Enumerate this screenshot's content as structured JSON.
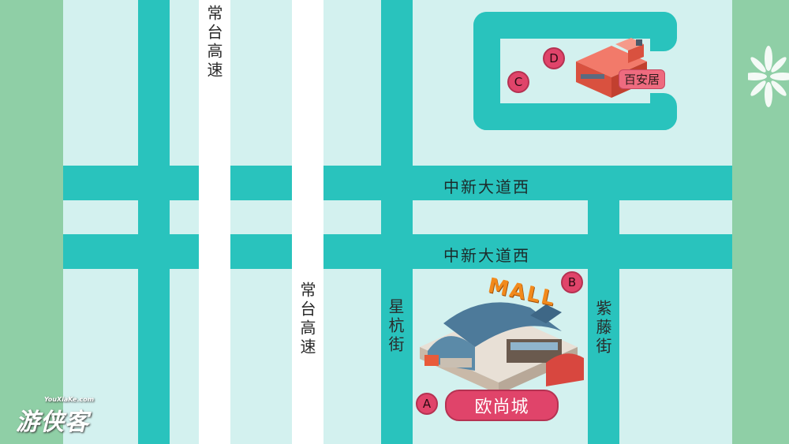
{
  "roads": {
    "highway_upper": "常台高速",
    "highway_lower": "常台高速",
    "avenue_upper": "中新大道西",
    "avenue_lower": "中新大道西",
    "street_xinghang": "星杭街",
    "street_ziteng": "紫藤街"
  },
  "places": {
    "mall_sign": "MALL",
    "mall_name": "欧尚城",
    "baianju": "百安居"
  },
  "markers": {
    "a": "A",
    "b": "B",
    "c": "C",
    "d": "D"
  },
  "watermark": {
    "domain": "YouXiaKe.com",
    "name": "游侠客"
  },
  "colors": {
    "road": "#29c3bd",
    "block": "#d3f1ef",
    "marker": "#e0446a",
    "frame": "#8fcfa6"
  }
}
